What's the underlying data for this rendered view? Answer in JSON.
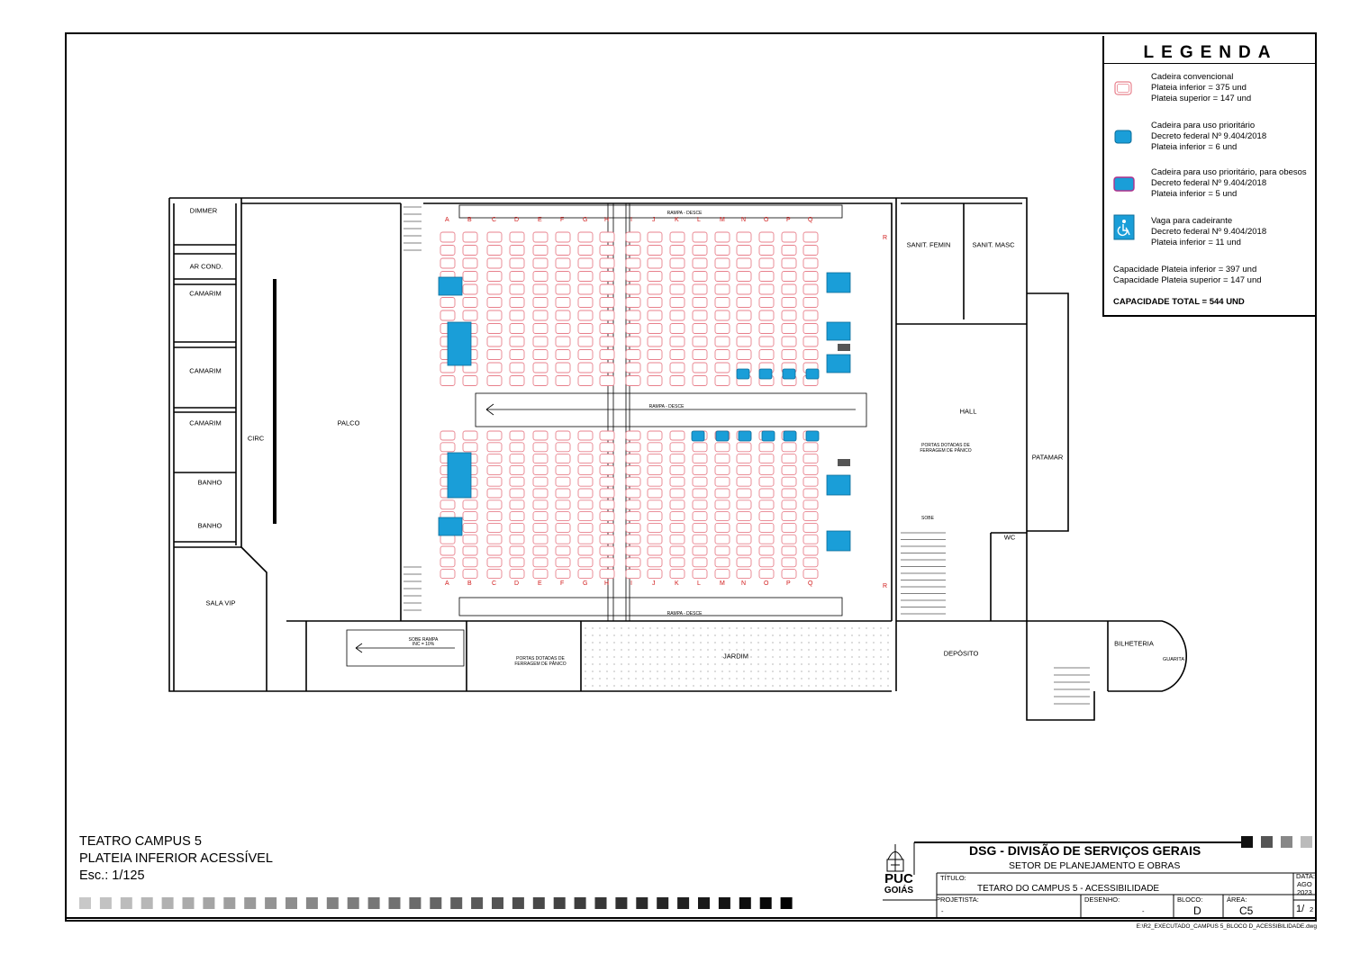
{
  "legend": {
    "title": "LEGENDA",
    "items": [
      {
        "icon": "conventional-seat-icon",
        "lines": [
          "Cadeira convencional",
          "Plateia inferior = 375 und",
          "Plateia superior = 147 und"
        ]
      },
      {
        "icon": "priority-seat-icon",
        "lines": [
          "Cadeira para uso prioritário",
          "Decreto federal Nº 9.404/2018",
          "Plateia inferior = 6 und"
        ]
      },
      {
        "icon": "obese-seat-icon",
        "lines": [
          "Cadeira para uso prioritário, para obesos",
          "Decreto federal Nº 9.404/2018",
          "Plateia inferior = 5 und"
        ]
      },
      {
        "icon": "wheelchair-space-icon",
        "lines": [
          "Vaga para cadeirante",
          "Decreto federal Nº 9.404/2018",
          "Plateia inferior = 11 und"
        ]
      }
    ],
    "capacity_lower": "Capacidade Plateia inferior = 397 und",
    "capacity_upper": "Capacidade Plateia superior = 147 und",
    "capacity_total": "CAPACIDADE TOTAL = 544 UND"
  },
  "colors": {
    "seat_outline": "#e8808c",
    "priority": "#1a9ed8",
    "line": "#000000",
    "row_letter": "#d11a1a",
    "dark_block": "#555555"
  },
  "plan": {
    "rooms": {
      "dimmer": "DIMMER",
      "ar_cond": "AR COND.",
      "camarim_1": "CAMARIM",
      "camarim_2": "CAMARIM",
      "camarim_3": "CAMARIM",
      "banho_1": "BANHO",
      "banho_2": "BANHO",
      "sala_vip": "SALA VIP",
      "circ": "CIRC",
      "palco": "PALCO",
      "sanit_femin": "SANIT. FEMIN",
      "sanit_masc": "SANIT. MASC",
      "hall": "HALL",
      "patamar": "PATAMAR",
      "wc": "WC",
      "deposito": "DEPÓSITO",
      "bilheteria": "BILHETERIA",
      "guarita": "GUARITA",
      "jardim": "JARDIM"
    },
    "ramp_top": "RAMPA - DESCE",
    "ramp_mid": "RAMPA - DESCE",
    "ramp_bottom": "RAMPA - DESCE",
    "ramp_sobe": "SOBE RAMPA",
    "ramp_inc": "INC = 10%",
    "portas_1": [
      "PORTAS DOTADAS DE",
      "FERRAGEM DE PÂNICO"
    ],
    "portas_2": [
      "PORTAS DOTADAS DE",
      "FERRAGEM DE PÂNICO"
    ],
    "sobe": "SOBE",
    "rows": [
      "A",
      "B",
      "C",
      "D",
      "E",
      "F",
      "G",
      "H",
      "I",
      "J",
      "K",
      "L",
      "M",
      "N",
      "O",
      "P",
      "Q"
    ],
    "row_r": "R"
  },
  "title_block": {
    "project_name": "TEATRO CAMPUS 5",
    "drawing_name": "PLATEIA INFERIOR ACESSÍVEL",
    "scale": "Esc.: 1/125",
    "org": "DSG - DIVISÃO DE SERVIÇOS GERAIS",
    "dept": "SETOR DE PLANEJAMENTO E OBRAS",
    "logo_line1": "PUC",
    "logo_line2": "GOIÁS",
    "titulo_label": "TÍTULO:",
    "titulo_value": "TETARO DO CAMPUS 5 - ACESSIBILIDADE",
    "data_label": "DATA:",
    "data_month": "AGO",
    "data_year": "2023",
    "projetista_label": "PROJETISTA:",
    "projetista_value": "-",
    "desenho_label": "DESENHO:",
    "desenho_value": "-",
    "bloco_label": "BLOCO:",
    "bloco_value": "D",
    "area_label": "ÁREA:",
    "area_value": "C5",
    "sheet_number": "1/",
    "sheet_total": "2",
    "file_path": "E:\\R2_EXECUTADO_CAMPUS 5_BLOCO D_ACESSIBILIDADE.dwg"
  }
}
